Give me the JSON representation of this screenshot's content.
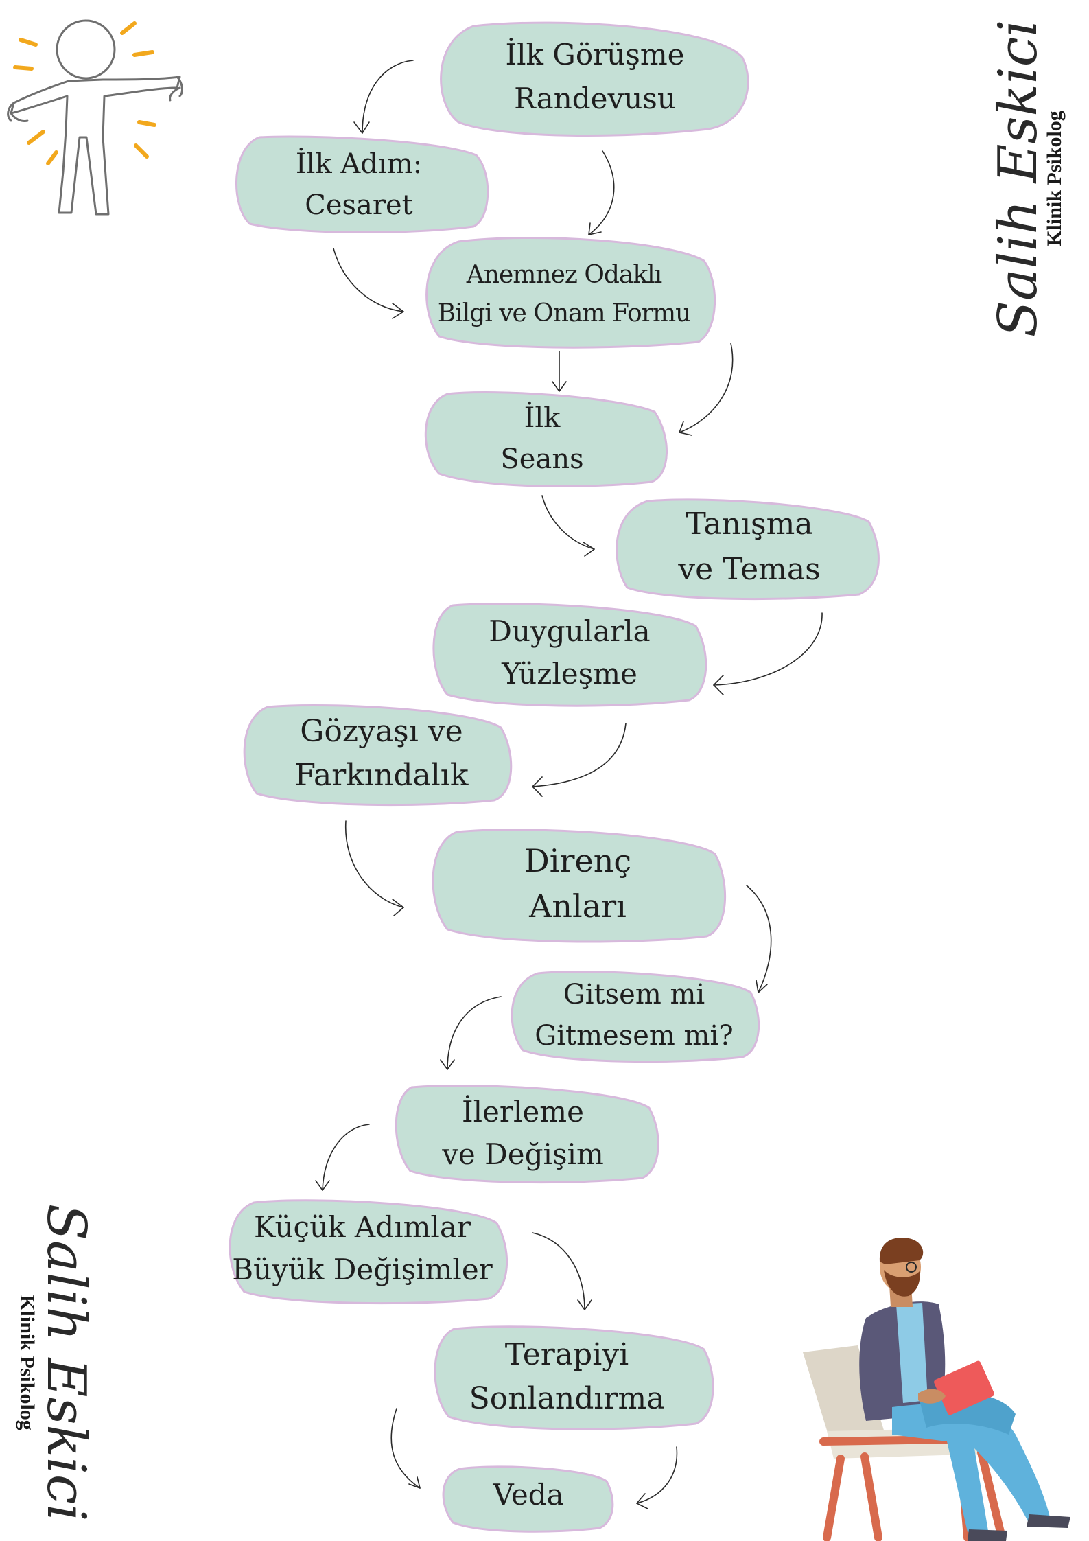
{
  "colors": {
    "node_fill": "#c5e0d6",
    "node_border": "#d7b9dc",
    "text": "#1e1e1e",
    "accent_rays": "#f2a81d",
    "jacket": "#5a5878",
    "trousers": "#5fb2dc",
    "shirt": "#8ecbe6",
    "chair_frame": "#d86a4d",
    "clipboard": "#ee5a5a"
  },
  "nodes": [
    {
      "id": "ilk-gorusme-randevusu",
      "lines": [
        "İlk Görüşme",
        "Randevusu"
      ]
    },
    {
      "id": "ilk-adim-cesaret",
      "lines": [
        "İlk Adım:",
        "Cesaret"
      ]
    },
    {
      "id": "anemnez-odakli",
      "lines": [
        "Anemnez Odaklı",
        "Bilgi ve Onam Formu"
      ]
    },
    {
      "id": "ilk-seans",
      "lines": [
        "İlk",
        "Seans"
      ]
    },
    {
      "id": "tanisma-ve-temas",
      "lines": [
        "Tanışma",
        "ve Temas"
      ]
    },
    {
      "id": "duygularla-yuzlesme",
      "lines": [
        "Duygularla",
        "Yüzleşme"
      ]
    },
    {
      "id": "gozyasi-ve-farkindalik",
      "lines": [
        "Gözyaşı ve",
        "Farkındalık"
      ]
    },
    {
      "id": "direnc-anlari",
      "lines": [
        "Direnç",
        "Anları"
      ]
    },
    {
      "id": "gitsem-mi-gitmesem-mi",
      "lines": [
        "Gitsem mi",
        "Gitmesem mi?"
      ]
    },
    {
      "id": "ilerleme-ve-degisim",
      "lines": [
        "İlerleme",
        "ve Değişim"
      ]
    },
    {
      "id": "kucuk-adimlar",
      "lines": [
        "Küçük Adımlar",
        "Büyük Değişimler"
      ]
    },
    {
      "id": "terapiyi-sonlandirma",
      "lines": [
        "Terapiyi",
        "Sonlandırma"
      ]
    },
    {
      "id": "veda",
      "lines": [
        "Veda"
      ]
    }
  ],
  "signature": {
    "script": "Salih Eskici",
    "label": "Klinik Psikolog"
  }
}
